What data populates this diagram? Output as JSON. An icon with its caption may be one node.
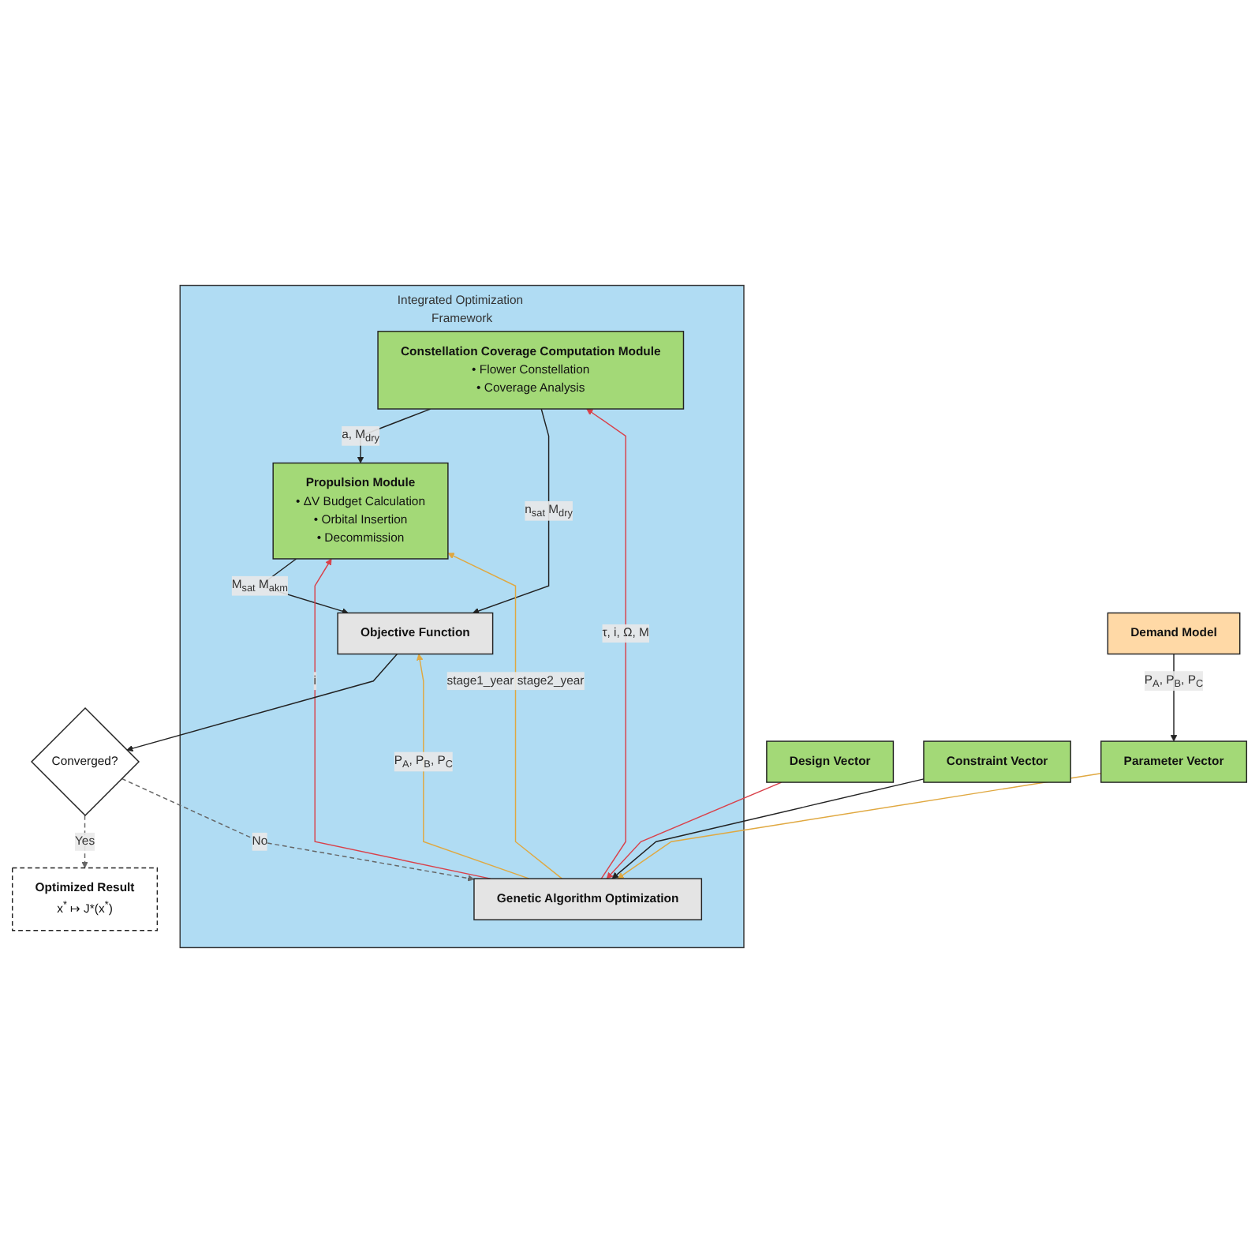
{
  "diagram": {
    "nodes": [
      {
        "text": [
          "Integrated Optimization Framework"
        ]
      },
      {
        "text": [
          "Constellation Coverage Computation Module",
          "• Flower Constellation",
          "• Coverage Analysis"
        ],
        "in": 0
      },
      {
        "text": [
          "Propulsion Module",
          "• ΔV Budget Calculation",
          "• Orbital Insertion",
          "• Decommission"
        ],
        "in": 0
      },
      {
        "text": [
          "Objective Function"
        ],
        "in": 0
      },
      {
        "text": [
          "Genetic Algorithm Optimization"
        ],
        "in": 0
      },
      {
        "text": [
          "Converged?"
        ]
      },
      {
        "text": [
          "Design Vector"
        ]
      },
      {
        "text": [
          "Parameter Vector"
        ]
      },
      {
        "text": [
          "Constraint Vector"
        ]
      },
      {
        "text": [
          "Optimized Result",
          "x$^{*}$ ↦ J*(x$^{*}$)"
        ]
      },
      {
        "text": [
          "Demand Model"
        ]
      }
    ],
    "edges": [
      {
        "from": 1,
        "to": 2,
        "arrow": "to",
        "label": "a, M$_{dry}$"
      },
      {
        "from": 1,
        "to": 3,
        "arrow": "to",
        "label": "n$_{sat}$ M$_{dry}$"
      },
      {
        "from": 2,
        "to": 3,
        "arrow": "to",
        "label": "M$_{sat}$ M$_{akm}$"
      },
      {
        "from": 4,
        "to": 1,
        "arrow": "to",
        "label": "τ, i, Ω, M",
        "color": "#d9414a"
      },
      {
        "from": 4,
        "to": 2,
        "arrow": "to",
        "label": "i",
        "color": "#d9414a"
      },
      {
        "from": 4,
        "to": 2,
        "arrow": "to",
        "label": "stage1_year stage2_year",
        "color": "#e0a840"
      },
      {
        "from": 4,
        "to": 3,
        "arrow": "to",
        "label": "P$_{A}$, P$_{B}$, P$_{C}$",
        "color": "#e0a840"
      },
      {
        "from": 3,
        "to": 5,
        "arrow": "to"
      },
      {
        "from": 5,
        "to": 4,
        "arrow": "to",
        "label": "No",
        "style": "dashed",
        "color": "#666666"
      },
      {
        "from": 5,
        "to": 9,
        "arrow": "to",
        "label": "Yes",
        "style": "dashed",
        "color": "#666666"
      },
      {
        "from": 6,
        "to": 4,
        "arrow": "to",
        "color": "#d9414a"
      },
      {
        "from": 7,
        "to": 4,
        "arrow": "to",
        "color": "#e0a840"
      },
      {
        "from": 8,
        "to": 4,
        "arrow": "to"
      },
      {
        "from": 10,
        "to": 7,
        "arrow": "to",
        "label": "P$_{A}$, P$_{B}$, P$_{C}$"
      }
    ]
  }
}
